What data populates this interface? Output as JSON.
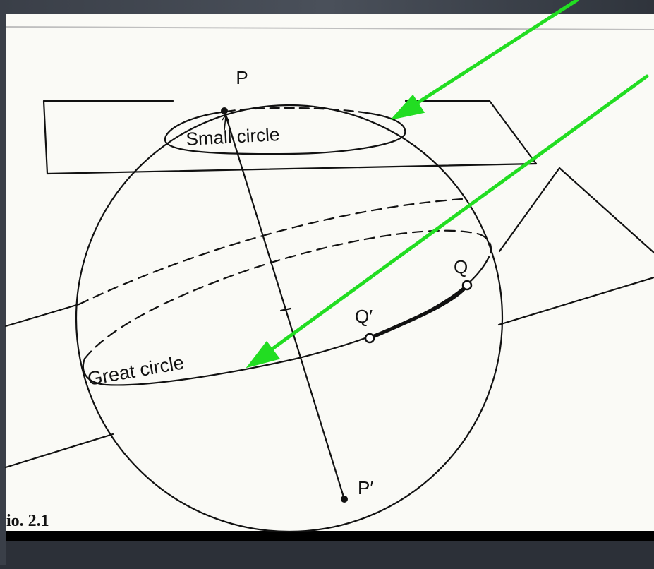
{
  "figure": {
    "caption": "io. 2.1",
    "labels": {
      "pole_top": "P",
      "pole_bottom": "P′",
      "point_q": "Q",
      "point_q_prime": "Q′",
      "small_circle": "Small circle",
      "great_circle": "Great circle"
    }
  },
  "colors": {
    "outer_background": "#2c3038",
    "page_background": "#fafaf6",
    "ink": "#111111",
    "arrow": "#22dd22",
    "footer_bar": "#000000"
  }
}
